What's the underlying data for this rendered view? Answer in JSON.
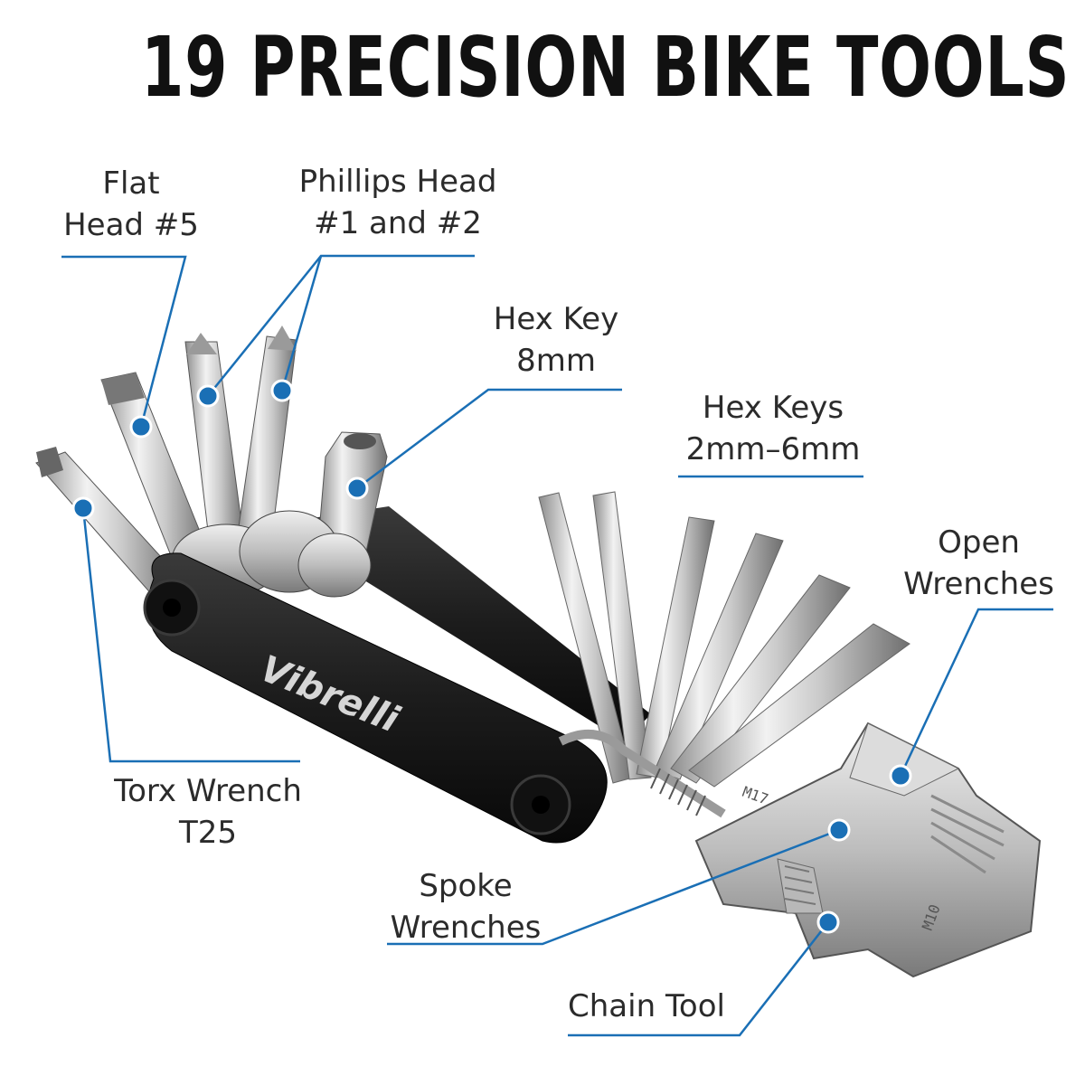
{
  "title": "19 PRECISION BIKE TOOLS",
  "brand": "Vibrelli",
  "accent_color": "#1a6fb5",
  "labels": {
    "flat_head": "Flat\nHead #5",
    "phillips_head": "Phillips Head\n#1 and #2",
    "hex_key_8": "Hex Key\n8mm",
    "hex_keys_2_6": "Hex Keys\n2mm–6mm",
    "open_wrenches": "Open\nWrenches",
    "torx_wrench": "Torx Wrench\nT25",
    "spoke_wrenches": "Spoke\nWrenches",
    "chain_tool": "Chain Tool"
  },
  "engravings": [
    "M17",
    "M10"
  ]
}
